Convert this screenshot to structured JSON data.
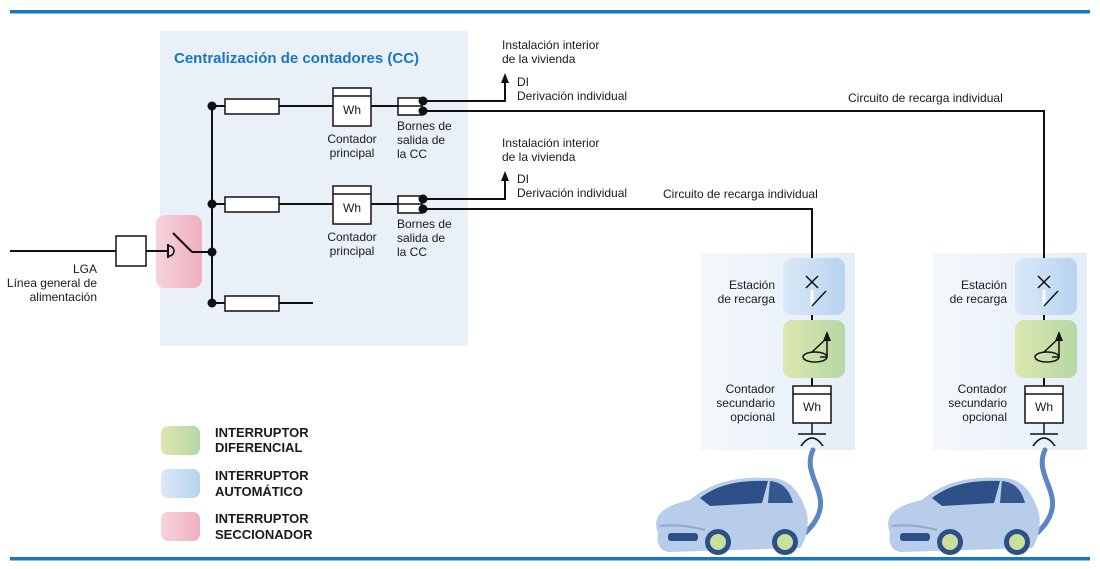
{
  "diagram": {
    "cc_title": "Centralización de contadores (CC)",
    "lga": {
      "line1": "LGA",
      "line2": "Línea general de",
      "line3": "alimentación"
    },
    "branches": [
      {
        "meter_label": "Wh",
        "meter_caption": [
          "Contador",
          "principal"
        ],
        "terminal_caption": [
          "Bornes de",
          "salida de",
          "la CC"
        ],
        "interior": [
          "Instalación interior",
          "de la vivienda"
        ],
        "di": [
          "DI",
          "Derivación individual"
        ],
        "circuit": "Circuito de recarga individual"
      },
      {
        "meter_label": "Wh",
        "meter_caption": [
          "Contador",
          "principal"
        ],
        "terminal_caption": [
          "Bornes de",
          "salida de",
          "la CC"
        ],
        "interior": [
          "Instalación interior",
          "de la vivienda"
        ],
        "di": [
          "DI",
          "Derivación individual"
        ],
        "circuit": "Circuito de recarga individual"
      }
    ],
    "stations": [
      {
        "station": [
          "Estación",
          "de recarga"
        ],
        "meter": [
          "Contador",
          "secundario",
          "opcional"
        ],
        "meter_label": "Wh"
      },
      {
        "station": [
          "Estación",
          "de recarga"
        ],
        "meter": [
          "Contador",
          "secundario",
          "opcional"
        ],
        "meter_label": "Wh"
      }
    ],
    "legend": [
      {
        "line1": "INTERRUPTOR",
        "line2": "DIFERENCIAL",
        "color": "#c9e0a8"
      },
      {
        "line1": "INTERRUPTOR",
        "line2": "AUTOMÁTICO",
        "color": "#c4dcf2"
      },
      {
        "line1": "INTERRUPTOR",
        "line2": "SECCIONADOR",
        "color": "#f0b7c4"
      }
    ],
    "colors": {
      "accent": "#1877c4",
      "panel": "#eaf1f9",
      "car": "#b7cdea",
      "car_dark": "#2b4f86",
      "wheel": "#c9df9a"
    }
  }
}
